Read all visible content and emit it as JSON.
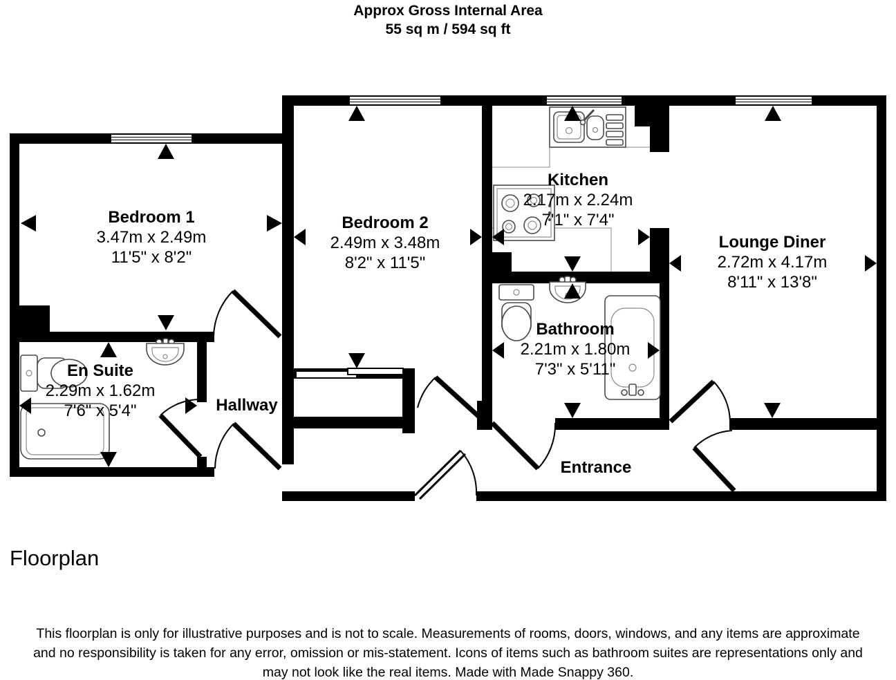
{
  "title": {
    "line1": "Approx Gross Internal Area",
    "line2": "55 sq m / 594 sq ft"
  },
  "rooms": {
    "bedroom1": {
      "name": "Bedroom 1",
      "metric": "3.47m x 2.49m",
      "imperial": "11'5\" x 8'2\""
    },
    "bedroom2": {
      "name": "Bedroom 2",
      "metric": "2.49m x 3.48m",
      "imperial": "8'2\" x 11'5\""
    },
    "kitchen": {
      "name": "Kitchen",
      "metric": "2.17m x 2.24m",
      "imperial": "7'1\" x 7'4\"",
      "fixtures": [
        "sink",
        "hob",
        "counter"
      ]
    },
    "lounge_diner": {
      "name": "Lounge Diner",
      "metric": "2.72m x 4.17m",
      "imperial": "8'11\" x 13'8\""
    },
    "en_suite": {
      "name": "En Suite",
      "metric": "2.29m x 1.62m",
      "imperial": "7'6\" x 5'4\"",
      "fixtures": [
        "toilet",
        "basin",
        "shower"
      ]
    },
    "bathroom": {
      "name": "Bathroom",
      "metric": "2.21m x 1.80m",
      "imperial": "7'3\" x 5'11\"",
      "fixtures": [
        "toilet",
        "basin",
        "bath"
      ]
    },
    "hallway": {
      "name": "Hallway"
    },
    "entrance": {
      "name": "Entrance"
    }
  },
  "footer": {
    "caption": "Floorplan",
    "disclaimer_lines": [
      "This floorplan is only for illustrative purposes and is not to scale. Measurements of rooms, doors, windows, and any items are approximate",
      "and no responsibility is taken for any error, omission or mis-statement. Icons of items such as bathroom suites are representations only and",
      "may not look like the real items. Made with Made Snappy 360."
    ]
  },
  "colors": {
    "wall": "#000000",
    "background": "#ffffff",
    "fixture_outline": "#4a4a4a",
    "counter_line": "#b0b0b0"
  }
}
